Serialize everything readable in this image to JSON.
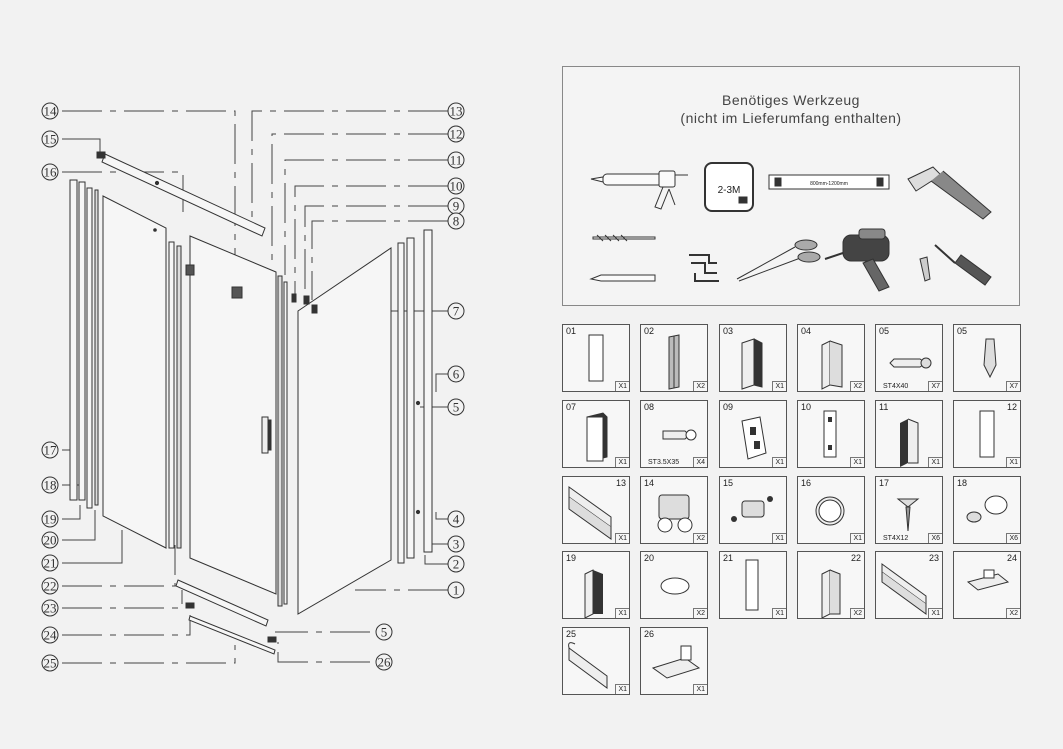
{
  "tools": {
    "title_line1": "Benötiges Werkzeug",
    "title_line2": "(nicht im Lieferumfang enthalten)",
    "tape_label": "2-3M",
    "level_label": "800mm-1200mm",
    "items": [
      "caulking-gun",
      "tape-measure",
      "spirit-level",
      "hammer",
      "drill-bit",
      "hex-keys",
      "scissors",
      "power-drill",
      "pencil",
      "screwdriver",
      "wall-plug"
    ]
  },
  "callouts": {
    "left": [
      "14",
      "15",
      "16",
      "17",
      "18",
      "19",
      "20",
      "21",
      "22",
      "23",
      "24",
      "25"
    ],
    "right": [
      "13",
      "12",
      "11",
      "10",
      "9",
      "8",
      "7",
      "6",
      "5",
      "4",
      "3",
      "2",
      "1",
      "5",
      "26"
    ]
  },
  "parts": [
    {
      "num": "01",
      "qty": "X1",
      "code": ""
    },
    {
      "num": "02",
      "qty": "X2",
      "code": ""
    },
    {
      "num": "03",
      "qty": "X1",
      "code": ""
    },
    {
      "num": "04",
      "qty": "X2",
      "code": ""
    },
    {
      "num": "05",
      "qty": "X7",
      "code": "ST4X40"
    },
    {
      "num": "05",
      "qty": "X7",
      "code": ""
    },
    {
      "num": "07",
      "qty": "X1",
      "code": ""
    },
    {
      "num": "08",
      "qty": "X4",
      "code": "ST3.5X35"
    },
    {
      "num": "09",
      "qty": "X1",
      "code": ""
    },
    {
      "num": "10",
      "qty": "X1",
      "code": ""
    },
    {
      "num": "11",
      "qty": "X1",
      "code": ""
    },
    {
      "num": "12",
      "qty": "X1",
      "code": ""
    },
    {
      "num": "13",
      "qty": "X1",
      "code": ""
    },
    {
      "num": "14",
      "qty": "X2",
      "code": ""
    },
    {
      "num": "15",
      "qty": "X1",
      "code": ""
    },
    {
      "num": "16",
      "qty": "X1",
      "code": ""
    },
    {
      "num": "17",
      "qty": "X6",
      "code": "ST4X12"
    },
    {
      "num": "18",
      "qty": "X6",
      "code": ""
    },
    {
      "num": "19",
      "qty": "X1",
      "code": ""
    },
    {
      "num": "20",
      "qty": "X2",
      "code": ""
    },
    {
      "num": "21",
      "qty": "X1",
      "code": ""
    },
    {
      "num": "22",
      "qty": "X2",
      "code": ""
    },
    {
      "num": "23",
      "qty": "X1",
      "code": ""
    },
    {
      "num": "24",
      "qty": "X2",
      "code": ""
    },
    {
      "num": "25",
      "qty": "X1",
      "code": ""
    },
    {
      "num": "26",
      "qty": "X1",
      "code": ""
    }
  ]
}
